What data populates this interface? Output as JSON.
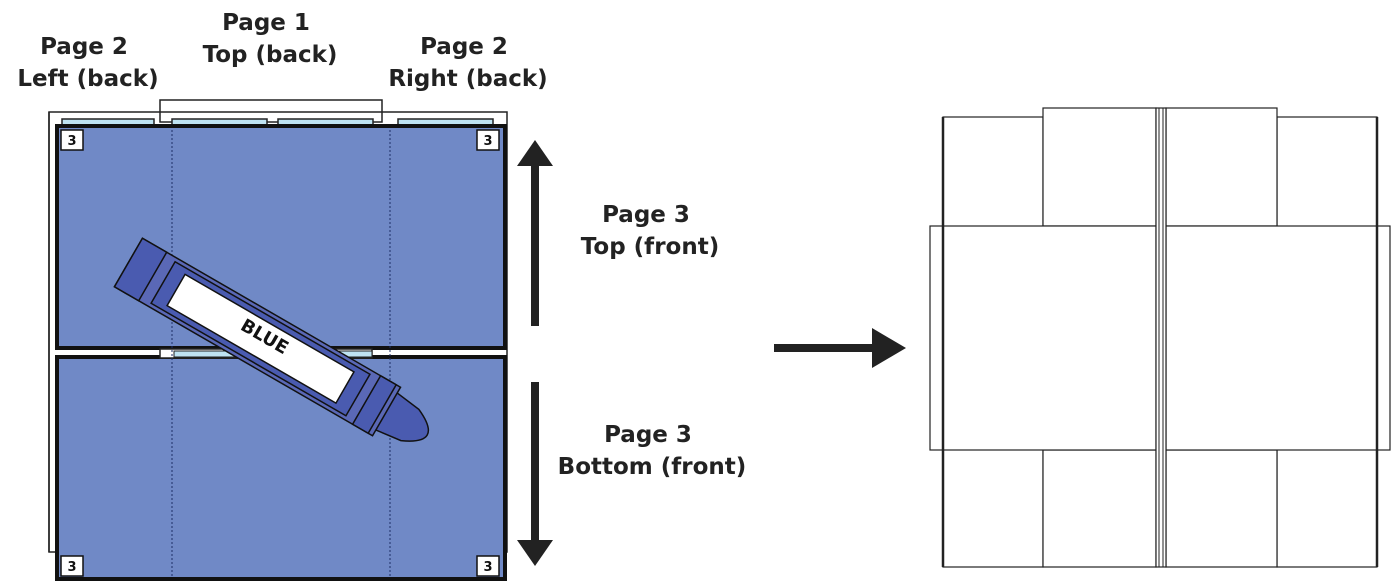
{
  "labels": {
    "page2_left": [
      "Page 2",
      "Left (back)"
    ],
    "page1_top": [
      "Page 1",
      "Top (back)"
    ],
    "page2_right": [
      "Page 2",
      "Right (back)"
    ],
    "page3_top": [
      "Page 3",
      "Top (front)"
    ],
    "page3_bottom": [
      "Page 3",
      "Bottom (front)"
    ]
  },
  "corner_number": "3",
  "crayon_label": "BLUE",
  "colors": {
    "panel_fill": "#7089c6",
    "tab_fill": "#bfe3f2",
    "crayon_fill": "#5a68b6",
    "crayon_dark": "#3b4aa0",
    "arrow": "#222222"
  }
}
